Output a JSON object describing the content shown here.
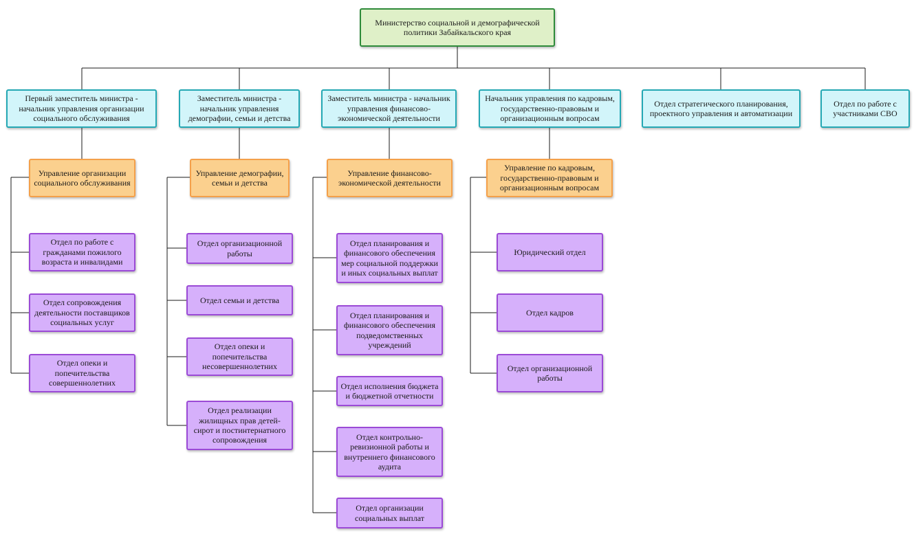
{
  "colors": {
    "ministry_border": "#2e8b3a",
    "ministry_fill": "#dff0c8",
    "deputy_border": "#24a8b4",
    "deputy_fill": "#d2f5fa",
    "directorate_border": "#f4a04a",
    "directorate_fill": "#fbd08e",
    "department_border": "#9b4ad6",
    "department_fill": "#d6b0fb",
    "connector": "#1a1a1a"
  },
  "ministry": {
    "label": "Министерство социальной и демографической политики Забайкальского края"
  },
  "branches": [
    {
      "head": "Первый заместитель министра - начальник управления организации социального обслуживания",
      "directorate": "Управление организации социального обслуживания",
      "departments": [
        "Отдел по работе с гражданами пожилого возраста и инвалидами",
        "Отдел сопровождения деятельности поставщиков социальных услуг",
        "Отдел опеки и попечительства совершеннолетних"
      ]
    },
    {
      "head": "Заместитель министра - начальник управления демографии, семьи и детства",
      "directorate": "Управление демографии, семьи и детства",
      "departments": [
        "Отдел организационной работы",
        "Отдел семьи и детства",
        "Отдел опеки и попечительства несовершеннолетних",
        "Отдел реализации жилищных прав детей-сирот и постинтернатного сопровождения"
      ]
    },
    {
      "head": "Заместитель министра - начальник управления финансово-экономической деятельности",
      "directorate": "Управление финансово-экономической деятельности",
      "departments": [
        "Отдел планирования и финансового обеспечения мер социальной поддержки и иных социальных выплат",
        "Отдел планирования и финансового обеспечения подведомственных учреждений",
        "Отдел исполнения бюджета и бюджетной отчетности",
        "Отдел контрольно-ревизионной работы и внутреннего финансового аудита",
        "Отдел организации социальных выплат"
      ]
    },
    {
      "head": "Начальник управления по кадровым, государственно-правовым и организационным вопросам",
      "directorate": "Управление по кадровым, государственно-правовым и организационным вопросам",
      "departments": [
        "Юридический отдел",
        "Отдел кадров",
        "Отдел организационной работы"
      ]
    },
    {
      "head": "Отдел стратегического планирования, проектного управления и автоматизации"
    },
    {
      "head": "Отдел по работе с участниками СВО"
    }
  ]
}
